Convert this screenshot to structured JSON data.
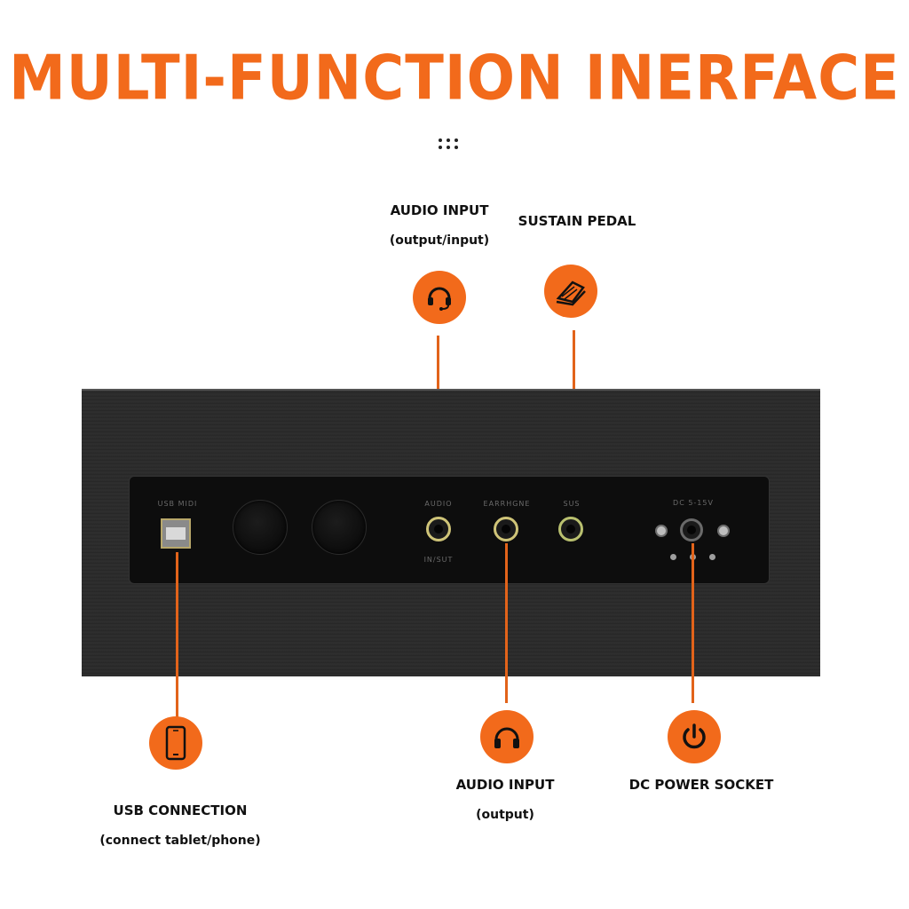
{
  "title": "MULTI-FUNCTION INERFACE",
  "accent_color": "#f26a1b",
  "callouts": {
    "audio_io": {
      "label": "AUDIO INPUT",
      "sub": "(output/input)",
      "icon": "headset-icon"
    },
    "sustain": {
      "label": "SUSTAIN PEDAL",
      "icon": "pedal-icon"
    },
    "usb": {
      "label": "USB CONNECTION",
      "sub": "(connect tablet/phone)",
      "icon": "phone-icon"
    },
    "audio_out": {
      "label": "AUDIO INPUT",
      "sub": "(output)",
      "icon": "headphones-icon"
    },
    "dc": {
      "label": "DC POWER SOCKET",
      "icon": "power-icon"
    }
  },
  "panel": {
    "usb_midi": "USB MIDI",
    "audio": "AUDIO",
    "audio_sub": "IN/SUT",
    "earphone": "EARRHGNE",
    "sus": "SUS",
    "dc": "DC 5-15V"
  }
}
